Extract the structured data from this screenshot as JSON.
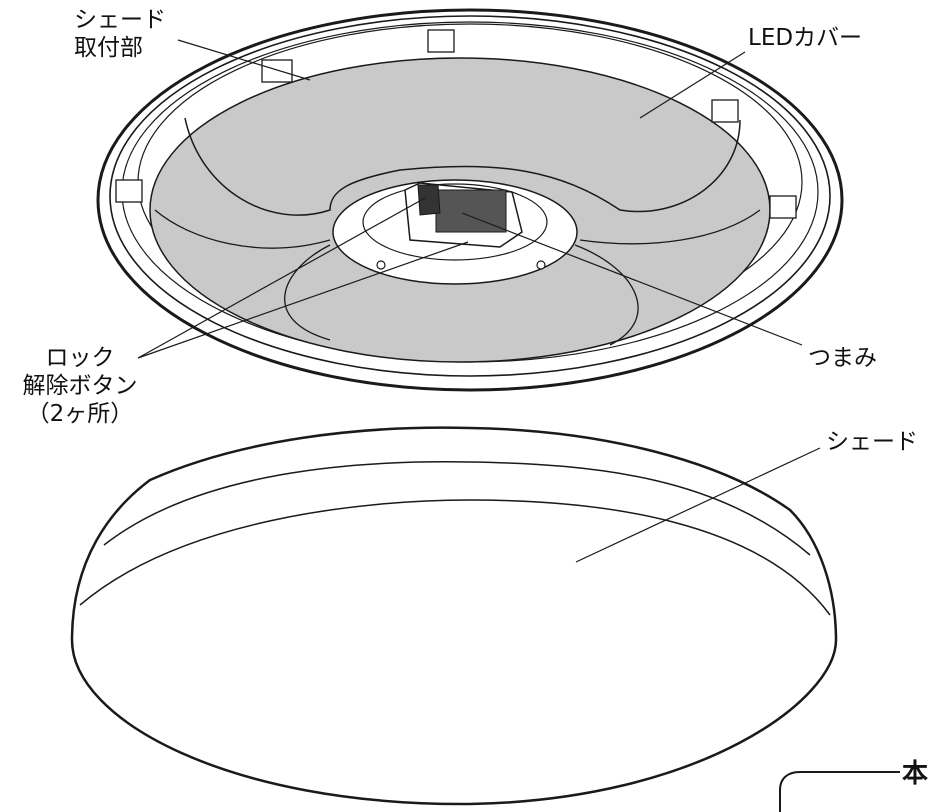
{
  "labels": {
    "shade_mount": "シェード\n取付部",
    "shade_mount_line1": "シェード",
    "shade_mount_line2": "取付部",
    "led_cover": "LEDカバー",
    "lock_release_line1": "ロック",
    "lock_release_line2": "解除ボタン",
    "lock_release_line3": "（2ヶ所）",
    "knob": "つまみ",
    "shade": "シェード",
    "corner_partial": "本"
  },
  "colors": {
    "cover_gray": "#c9c9c9",
    "line": "#1a1a1a",
    "background": "#ffffff"
  }
}
